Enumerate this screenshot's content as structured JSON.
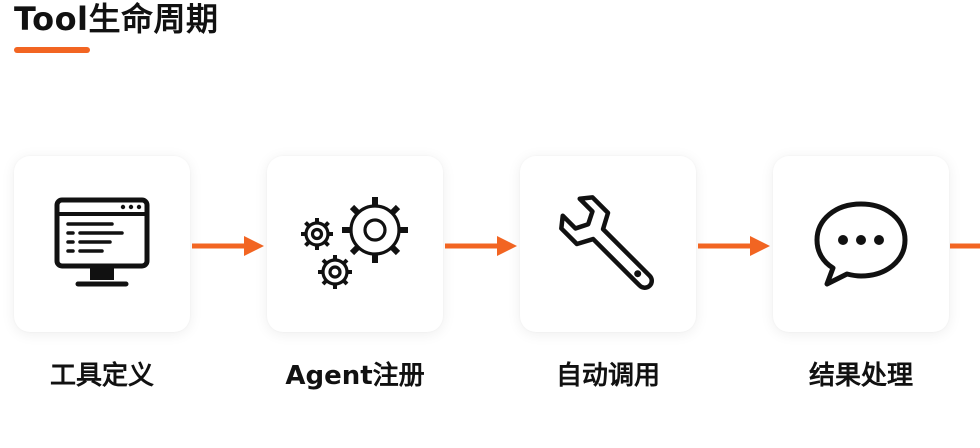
{
  "title": "Tool生命周期",
  "accent_color": "#f26522",
  "steps": [
    {
      "label": "工具定义",
      "icon": "monitor-code-icon"
    },
    {
      "label": "Agent注册",
      "icon": "gears-icon"
    },
    {
      "label": "自动调用",
      "icon": "wrench-icon"
    },
    {
      "label": "结果处理",
      "icon": "chat-bubble-icon"
    }
  ]
}
